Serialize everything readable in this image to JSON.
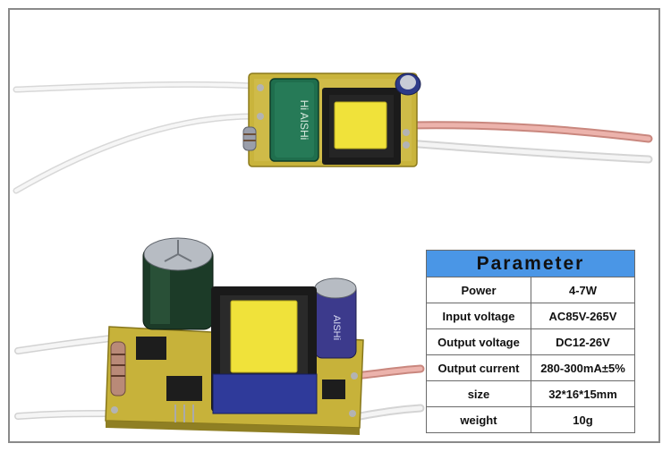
{
  "pcb_silkscreen": {
    "inductor_brand": "Hi AISHi",
    "capacitor_brand": "AISHi"
  },
  "parameter_table": {
    "title": "Parameter",
    "rows": [
      {
        "label": "Power",
        "value": "4-7W"
      },
      {
        "label": "Input voltage",
        "value": "AC85V-265V"
      },
      {
        "label": "Output voltage",
        "value": "DC12-26V"
      },
      {
        "label": "Output current",
        "value": "280-300mA±5%"
      },
      {
        "label": "size",
        "value": "32*16*15mm"
      },
      {
        "label": "weight",
        "value": "10g"
      }
    ]
  },
  "colors": {
    "header_bg": "#4a96e6",
    "pcb_yellow": "#c9b43c",
    "transformer_core": "#f0e23a",
    "frame_border": "#8a8a8a"
  }
}
